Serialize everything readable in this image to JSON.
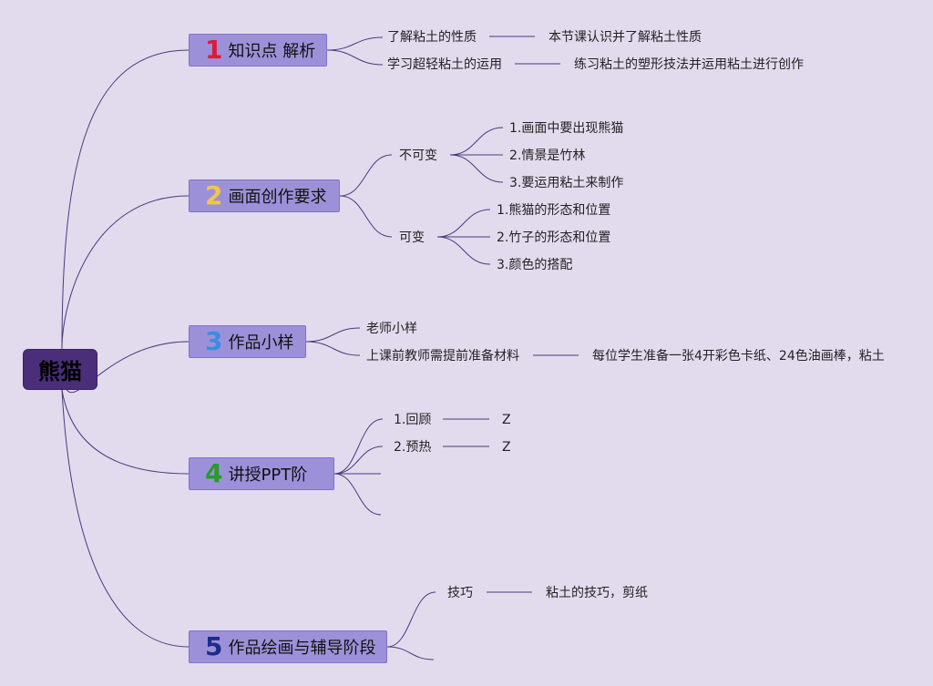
{
  "root": {
    "label": "熊猫"
  },
  "colors": {
    "root_bg": "#4a2e7a",
    "branch_bg": "#9c91d9",
    "line": "#4b3a7d",
    "num1": "#e0183c",
    "num2": "#f2c744",
    "num3": "#3a8de0",
    "num4": "#2a9a2e",
    "num5": "#1f2a8a"
  },
  "branches": [
    {
      "num": "1",
      "label": "知识点 解析",
      "items": [
        {
          "label": "了解粘土的性质",
          "detail": "本节课认识并了解粘土性质"
        },
        {
          "label": "学习超轻粘土的运用",
          "detail": "练习粘土的塑形技法并运用粘土进行创作"
        }
      ]
    },
    {
      "num": "2",
      "label": "画面创作要求",
      "groups": [
        {
          "label": "不可变",
          "items": [
            "1.画面中要出现熊猫",
            "2.情景是竹林",
            "3.要运用粘土来制作"
          ]
        },
        {
          "label": "可变",
          "items": [
            "1.熊猫的形态和位置",
            "2.竹子的形态和位置",
            "3.颜色的搭配"
          ]
        }
      ]
    },
    {
      "num": "3",
      "label": "作品小样",
      "items": [
        {
          "label": "老师小样"
        },
        {
          "label": "上课前教师需提前准备材料",
          "detail": "每位学生准备一张4开彩色卡纸、24色油画棒，粘土"
        }
      ]
    },
    {
      "num": "4",
      "label": "讲授PPT阶",
      "items": [
        {
          "label": "1.回顾",
          "detail": "Z"
        },
        {
          "label": "2.预热",
          "detail": "Z"
        }
      ]
    },
    {
      "num": "5",
      "label": "作品绘画与辅导阶段",
      "items": [
        {
          "label": "技巧",
          "detail": "粘土的技巧，剪纸"
        }
      ]
    }
  ]
}
